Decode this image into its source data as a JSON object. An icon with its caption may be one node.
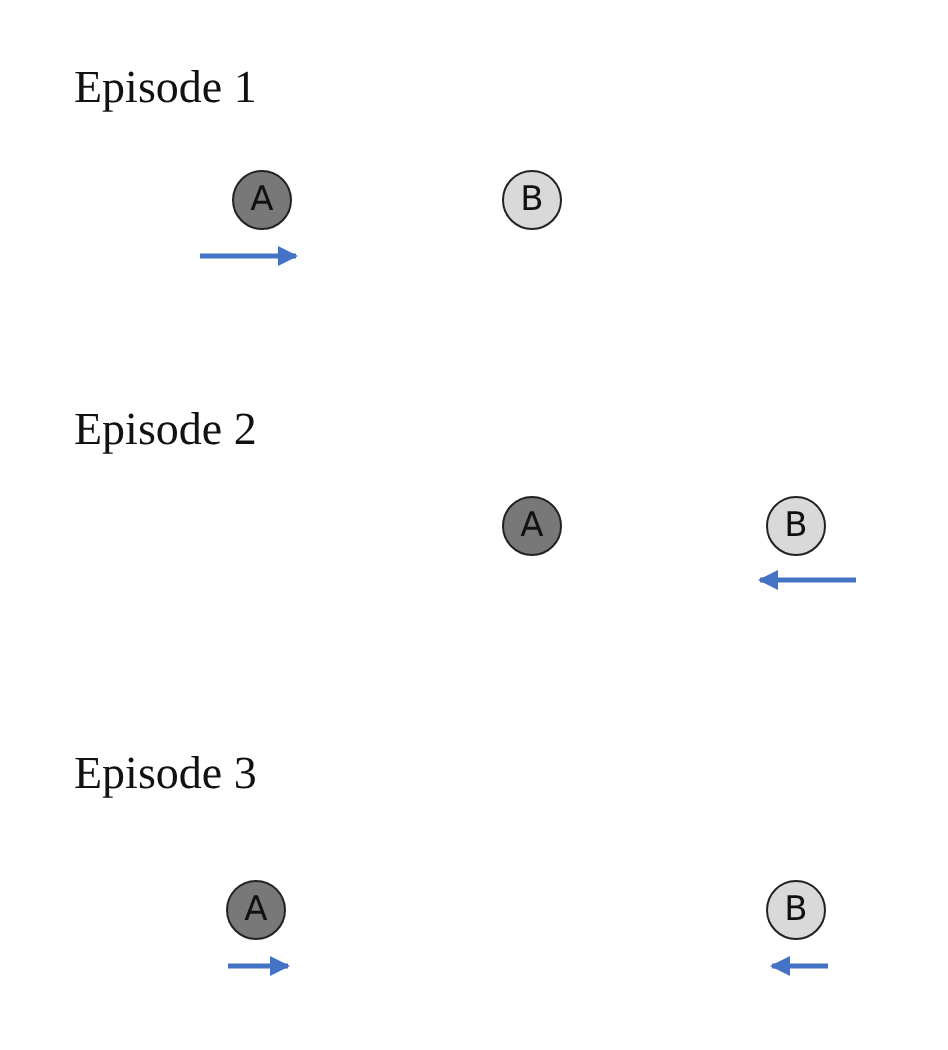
{
  "diagram": {
    "nodes": [
      {
        "text": [
          "A"
        ]
      },
      {
        "text": [
          "B"
        ]
      },
      {
        "text": [
          "A"
        ]
      },
      {
        "text": [
          "B"
        ]
      },
      {
        "text": [
          "A"
        ]
      },
      {
        "text": [
          "B"
        ]
      }
    ],
    "labels": [
      "Episode 1",
      "Episode 2",
      "Episode 3"
    ]
  }
}
